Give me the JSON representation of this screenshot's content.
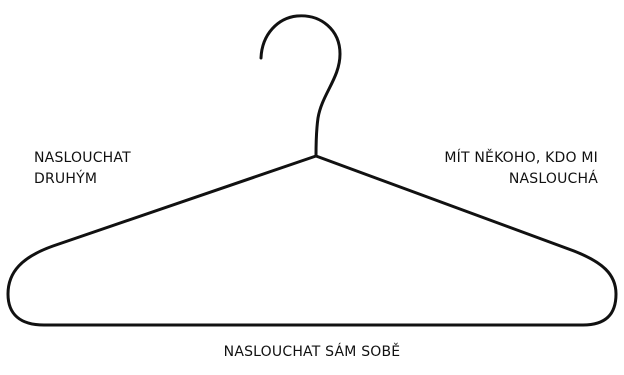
{
  "diagram": {
    "labels": {
      "left": [
        "NASLOUCHAT",
        "DRUHÝM"
      ],
      "right": [
        "MÍT NĚKOHO, KDO MI",
        "NASLOUCHÁ"
      ],
      "bottom": "NASLOUCHAT SÁM SOBĚ"
    },
    "stroke_color": "#111111",
    "text_color": "#111111",
    "background": "#ffffff"
  }
}
